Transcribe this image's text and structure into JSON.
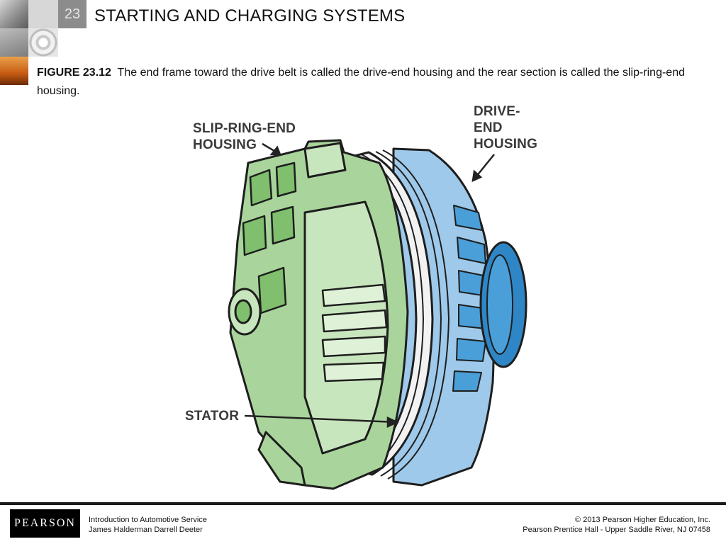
{
  "header": {
    "chapter_number": "23",
    "title": "STARTING AND CHARGING SYSTEMS"
  },
  "caption": {
    "figure_label": "FIGURE 23.12",
    "text": "The end frame toward the drive belt is called the drive-end housing and the rear section is called the slip-ring-end housing."
  },
  "figure": {
    "labels": {
      "slip_ring_end_1": "SLIP-RING-END",
      "slip_ring_end_2": "HOUSING",
      "drive_end_1": "DRIVE-",
      "drive_end_2": "END",
      "drive_end_3": "HOUSING",
      "stator": "STATOR"
    },
    "colors": {
      "slip_ring_housing": "#a9d59c",
      "drive_end_housing": "#9ec9ea",
      "pulley": "#2f86c6",
      "outline": "#1e1e1e"
    }
  },
  "footer": {
    "logo_text": "PEARSON",
    "book_title": "Introduction to Automotive Service",
    "authors": "James Halderman  Darrell Deeter",
    "copyright": "© 2013  Pearson Higher Education, Inc.",
    "publisher": "Pearson Prentice Hall - Upper Saddle River, NJ 07458"
  }
}
